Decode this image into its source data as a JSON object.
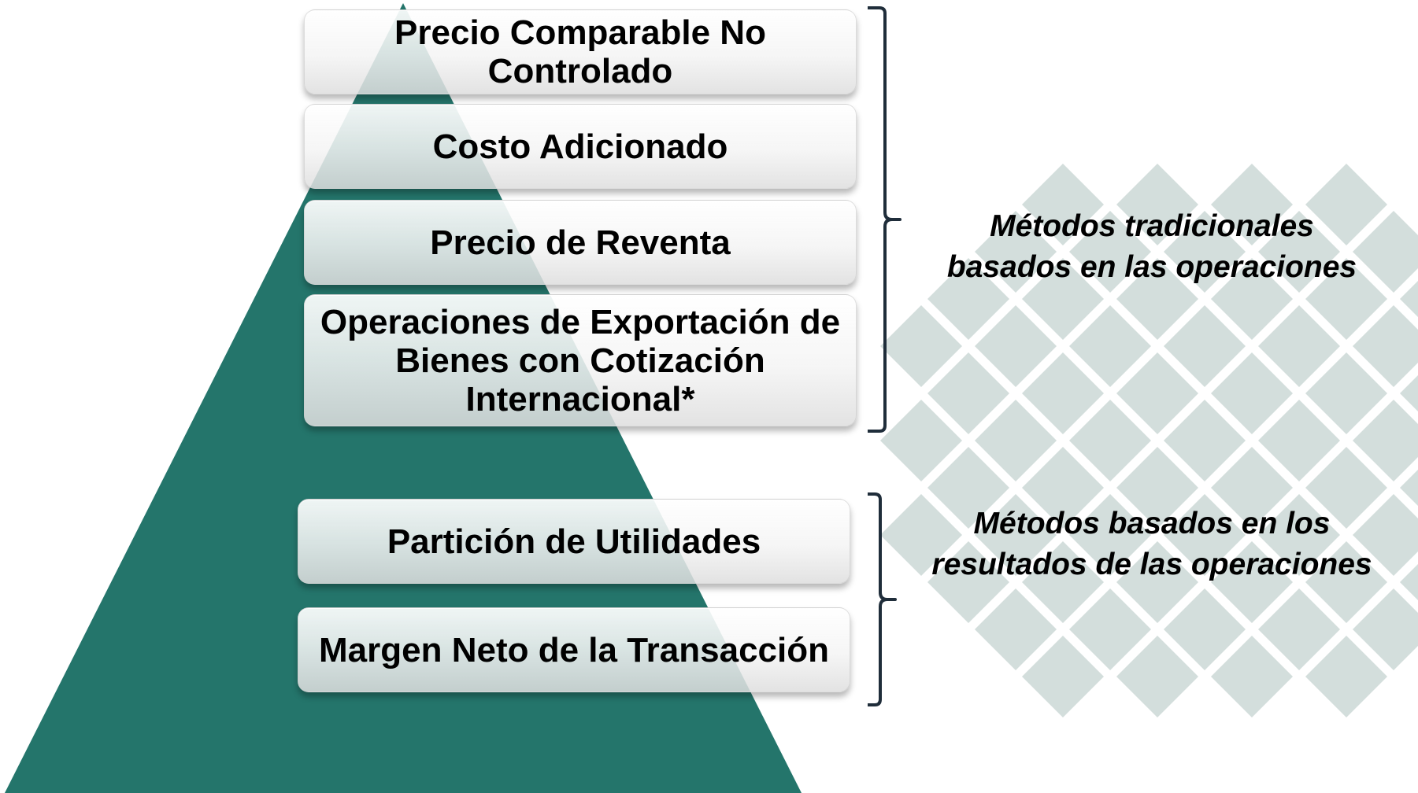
{
  "diagram": {
    "colors": {
      "pyramid": "#24756B",
      "pattern": "#D3DEDC",
      "bracket": "#1F2D3A",
      "box_text": "#000000"
    },
    "boxes": [
      {
        "label": "Precio Comparable No Controlado"
      },
      {
        "label": "Costo Adicionado"
      },
      {
        "label": "Precio de Reventa"
      },
      {
        "label": "Operaciones de Exportación de Bienes con Cotización Internacional*"
      },
      {
        "label": "Partición de Utilidades"
      },
      {
        "label": "Margen Neto de la Transacción"
      }
    ],
    "groups": [
      {
        "label_line1": "Métodos tradicionales",
        "label_line2": "basados en las operaciones"
      },
      {
        "label_line1": "Métodos basados en los",
        "label_line2": "resultados de las operaciones"
      }
    ]
  }
}
